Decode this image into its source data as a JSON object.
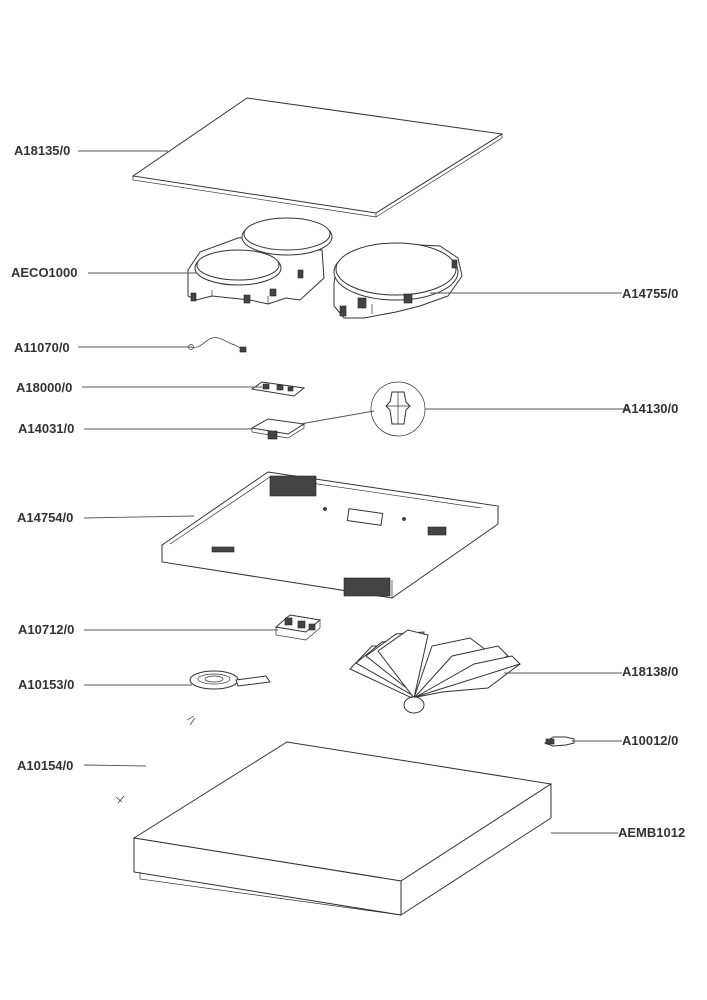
{
  "labels": {
    "glass_top": "A18135/0",
    "heater_assembly": "AECO1000",
    "large_heater": "A14755/0",
    "wire_harness": "A11070/0",
    "control_board": "A18000/0",
    "board_bracket": "A14031/0",
    "fixing_clip": "A14130/0",
    "base_housing": "A14754/0",
    "power_board": "A10712/0",
    "manual": "A18138/0",
    "thermistor_coil": "A10153/0",
    "clip_small": "A10012/0",
    "temperature_sensor": "A10154/0",
    "packaging_box": "AEMB1012"
  },
  "colors": {
    "line": "#555555",
    "outline": "#333333",
    "label": "#333333",
    "background": "#ffffff"
  }
}
